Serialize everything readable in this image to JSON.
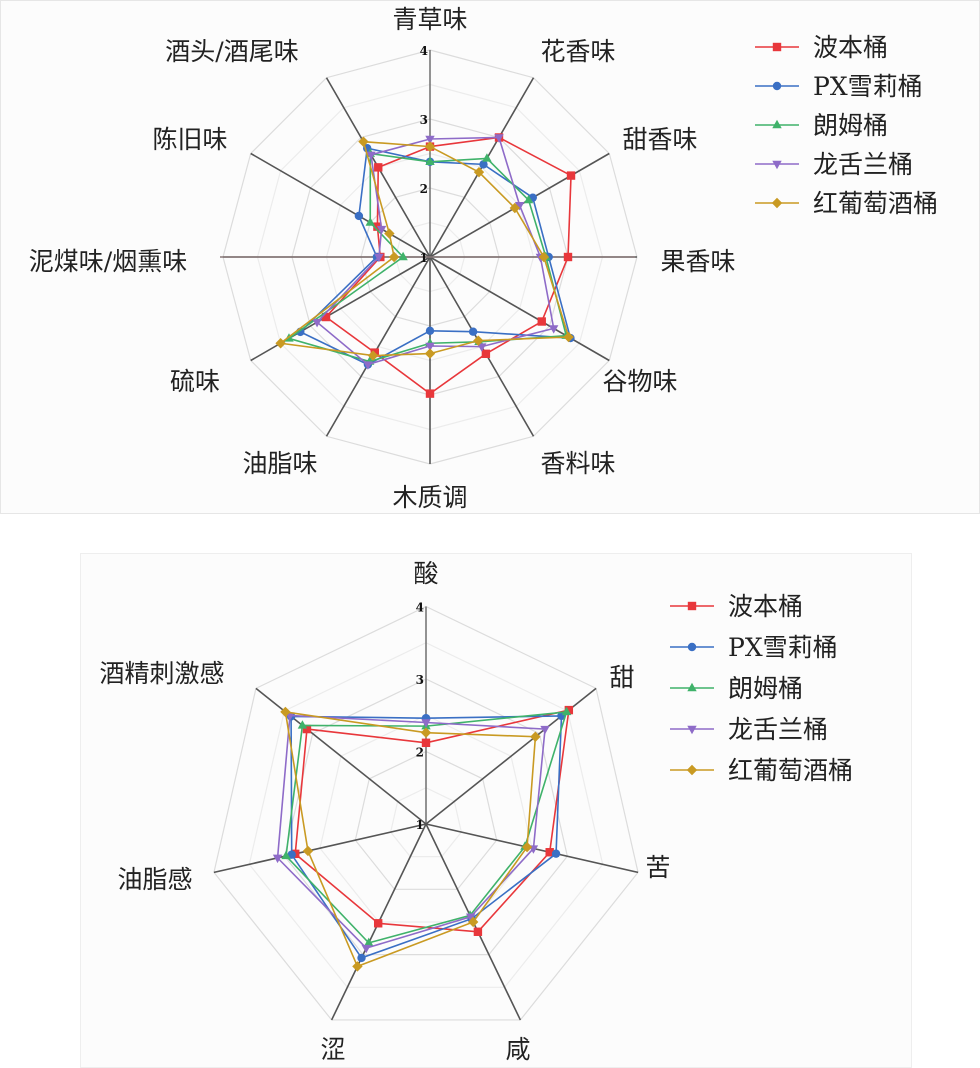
{
  "series_meta": [
    {
      "name": "波本桶",
      "color": "#e8373b",
      "marker": "square"
    },
    {
      "name": "PX雪莉桶",
      "color": "#3a6fc4",
      "marker": "circle"
    },
    {
      "name": "朗姆桶",
      "color": "#3fb26a",
      "marker": "triangle-up"
    },
    {
      "name": "龙舌兰桶",
      "color": "#8e6bc8",
      "marker": "triangle-down"
    },
    {
      "name": "红葡萄酒桶",
      "color": "#c99a22",
      "marker": "diamond"
    }
  ],
  "chart_data": [
    {
      "type": "radar",
      "title": "",
      "axes": [
        "青草味",
        "花香味",
        "甜香味",
        "果香味",
        "谷物味",
        "香料味",
        "木质调",
        "油脂味",
        "硫味",
        "泥煤味/烟熏味",
        "陈旧味",
        "酒头/酒尾味"
      ],
      "range": [
        1,
        4
      ],
      "ticks": [
        "1",
        "2",
        "3",
        "4"
      ],
      "legend_position": "top-right",
      "series": [
        {
          "name": "波本桶",
          "values": [
            2.6,
            3.0,
            3.36,
            3.0,
            2.87,
            2.62,
            2.98,
            2.6,
            2.74,
            1.72,
            1.88,
            2.5
          ]
        },
        {
          "name": "PX雪莉桶",
          "values": [
            2.38,
            2.55,
            2.72,
            2.72,
            3.35,
            2.25,
            2.07,
            2.8,
            3.17,
            1.77,
            2.19,
            2.82
          ]
        },
        {
          "name": "朗姆桶",
          "values": [
            2.38,
            2.65,
            2.65,
            2.68,
            3.28,
            2.42,
            2.25,
            2.75,
            3.36,
            1.39,
            2.0,
            2.73
          ]
        },
        {
          "name": "龙舌兰桶",
          "values": [
            2.71,
            3.0,
            2.5,
            2.6,
            3.07,
            2.5,
            2.29,
            2.8,
            2.89,
            1.74,
            1.81,
            2.71
          ]
        },
        {
          "name": "红葡萄酒桶",
          "values": [
            2.6,
            2.42,
            2.42,
            2.65,
            3.32,
            2.4,
            2.4,
            2.65,
            3.5,
            1.52,
            1.68,
            2.93
          ]
        }
      ]
    },
    {
      "type": "radar",
      "title": "",
      "axes": [
        "酸",
        "甜",
        "苦",
        "咸",
        "涩",
        "油脂感",
        "酒精刺激感"
      ],
      "range": [
        1,
        4
      ],
      "ticks": [
        "1",
        "2",
        "3",
        "4"
      ],
      "legend_position": "top-right",
      "series": [
        {
          "name": "波本桶",
          "values": [
            2.12,
            3.52,
            2.75,
            2.65,
            2.52,
            2.85,
            3.1
          ]
        },
        {
          "name": "PX雪莉桶",
          "values": [
            2.46,
            3.39,
            2.84,
            2.45,
            3.05,
            2.9,
            3.38
          ]
        },
        {
          "name": "朗姆桶",
          "values": [
            2.35,
            3.48,
            2.4,
            2.4,
            2.82,
            2.98,
            3.18
          ]
        },
        {
          "name": "龙舌兰桶",
          "values": [
            2.4,
            3.1,
            2.52,
            2.42,
            2.9,
            3.1,
            3.4
          ]
        },
        {
          "name": "红葡萄酒桶",
          "values": [
            2.26,
            2.93,
            2.43,
            2.5,
            3.18,
            2.67,
            3.48
          ]
        }
      ]
    }
  ]
}
